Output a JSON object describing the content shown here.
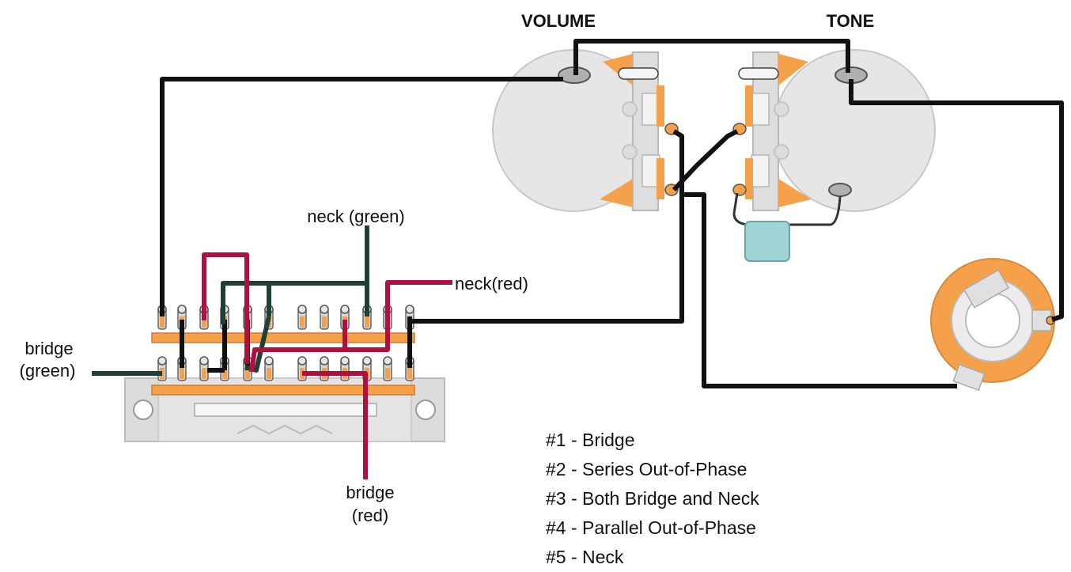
{
  "colors": {
    "wire_black": "#111111",
    "wire_green": "#1f3f38",
    "wire_red": "#b01040",
    "pot_body": "#e6e6e6",
    "pot_outline": "#bdbdbd",
    "lug_orange": "#f5a04a",
    "switch_body": "#dcdcdc",
    "capacitor": "#9fd4d4"
  },
  "pots": {
    "volume_label": "VOLUME",
    "tone_label": "TONE"
  },
  "labels": {
    "neck_green": "neck (green)",
    "neck_red": "neck(red)",
    "bridge_green_line1": "bridge",
    "bridge_green_line2": "(green)",
    "bridge_red_line1": "bridge",
    "bridge_red_line2": "(red)"
  },
  "legend": [
    "#1 - Bridge",
    "#2 - Series Out-of-Phase",
    "#3 - Both Bridge and Neck",
    "#4 - Parallel Out-of-Phase",
    "#5 - Neck"
  ]
}
